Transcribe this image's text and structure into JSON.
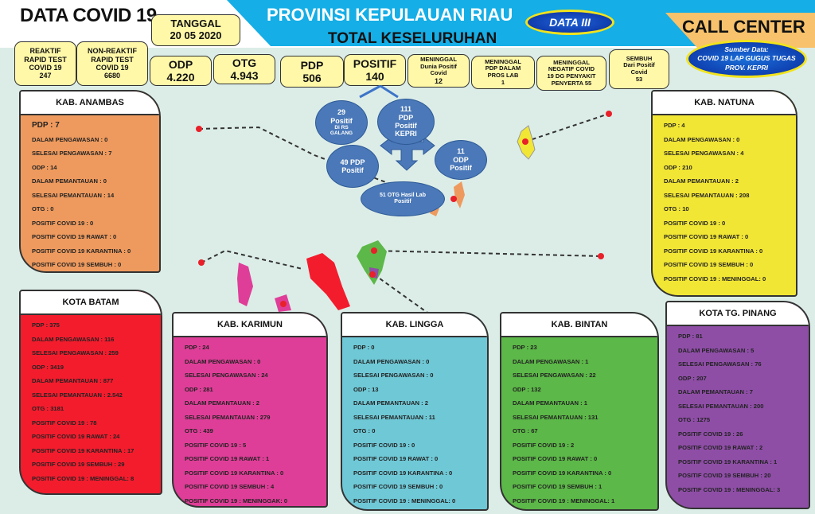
{
  "header": {
    "title": "DATA COVID 19",
    "tanggal_label": "TANGGAL",
    "tanggal_value": "20 05 2020",
    "province": "PROVINSI KEPULAUAN RIAU",
    "subtitle": "TOTAL KESELURUHAN",
    "data_badge": "DATA III",
    "call_center": "CALL CENTER",
    "source_label": "Sumber Data:",
    "source_line1": "COVID 19 LAP GUGUS TUGAS",
    "source_line2": "PROV. KEPRI"
  },
  "summary": [
    {
      "l1": "REAKTIF",
      "l2": "RAPID TEST",
      "l3": "COVID 19",
      "value": "247"
    },
    {
      "l1": "NON-REAKTIF",
      "l2": "RAPID TEST",
      "l3": "COVID 19",
      "value": "6680"
    },
    {
      "label": "ODP",
      "value": "4.220"
    },
    {
      "label": "OTG",
      "value": "4.943"
    },
    {
      "label": "PDP",
      "value": "506"
    },
    {
      "label": "POSITIF",
      "value": "140"
    },
    {
      "l1": "MENINGGAL",
      "l2": "Dunia Positif",
      "l3": "Covid",
      "value": "12"
    },
    {
      "l1": "MENINGGAL",
      "l2": "PDP DALAM",
      "l3": "PROS LAB",
      "value": "1"
    },
    {
      "l1": "MENINGGAL",
      "l2": "NEGATIF COVID",
      "l3": "19 DG PENYAKIT",
      "l4": "PENYERTA  55"
    },
    {
      "l1": "SEMBUH",
      "l2": "Dari Positif",
      "l3": "Covid",
      "value": "53"
    }
  ],
  "flow": {
    "galang": {
      "n": "29",
      "a": "Positif",
      "b": "Di RS",
      "c": "GALANG"
    },
    "kepri": {
      "n": "111",
      "a": "PDP",
      "b": "Positif",
      "c": "KEPRI"
    },
    "pdp": {
      "a": "49 PDP",
      "b": "Positif"
    },
    "odp": {
      "n": "11",
      "a": "ODP",
      "b": "Positif"
    },
    "otg": {
      "a": "51 OTG Hasil Lab",
      "b": "Positif"
    }
  },
  "regions": [
    {
      "name": "KAB. ANAMBAS",
      "color": "#ee9a5e",
      "rows": [
        "PDP : 7",
        "DALAM PENGAWASAN : 0",
        "SELESAI PENGAWASAN : 7",
        "ODP : 14",
        "DALAM PEMANTAUAN : 0",
        "SELESAI PEMANTAUAN : 14",
        "OTG : 0",
        "POSITIF COVID 19 : 0",
        "POSITIF COVID 19 RAWAT : 0",
        "POSITIF COVID 19 KARANTINA : 0",
        "POSITIF COVID 19 SEMBUH : 0",
        "POSITIF COVID 19 : MENINGGAL:  0"
      ]
    },
    {
      "name": "KAB. NATUNA",
      "color": "#f2e635",
      "rows": [
        "PDP : 4",
        "DALAM PENGAWASAN : 0",
        "SELESAI PENGAWASAN : 4",
        "ODP : 210",
        "DALAM PEMANTAUAN : 2",
        "SELESAI PEMANTAUAN : 208",
        "OTG : 10",
        "POSITIF COVID 19 : 0",
        "POSITIF COVID 19 RAWAT : 0",
        "POSITIF COVID 19 KARANTINA : 0",
        "POSITIF COVID 19 SEMBUH : 0",
        "POSITIF COVID 19 : MENINGGAL: 0"
      ]
    },
    {
      "name": "KOTA BATAM",
      "color": "#f31c2d",
      "rows": [
        "PDP : 375",
        "DALAM PENGAWASAN : 116",
        "SELESAI PENGAWASAN : 259",
        "ODP : 3419",
        "DALAM PEMANTAUAN : 877",
        "SELESAI PEMANTAUAN : 2.542",
        "OTG : 3181",
        "POSITIF COVID 19 : 78",
        "POSITIF COVID 19 RAWAT : 24",
        "POSITIF COVID 19 KARANTINA : 17",
        "POSITIF COVID 19 SEMBUH : 29",
        "POSITIF COVID 19 : MENINGGAL: 8"
      ]
    },
    {
      "name": "KAB. KARIMUN",
      "color": "#df3e98",
      "rows": [
        "PDP : 24",
        "DALAM PENGAWASAN : 0",
        "SELESAI PENGAWASAN : 24",
        "ODP : 281",
        "DALAM PEMANTAUAN : 2",
        "SELESAI PEMANTAUAN : 279",
        "OTG : 439",
        "POSITIF COVID 19 : 5",
        "POSITIF COVID 19 RAWAT : 1",
        "POSITIF COVID 19 KARANTINA : 0",
        "POSITIF COVID 19 SEMBUH : 4",
        "POSITIF COVID 19 : MENINGGAK: 0"
      ]
    },
    {
      "name": "KAB. LINGGA",
      "color": "#6fc8d6",
      "rows": [
        "PDP : 0",
        "DALAM PENGAWASAN : 0",
        "SELESAI PENGAWASAN : 0",
        "ODP : 13",
        "DALAM PEMANTAUAN : 2",
        "SELESAI PEMANTAUAN : 11",
        "OTG : 0",
        "POSITIF COVID 19 : 0",
        "POSITIF COVID 19 RAWAT : 0",
        "POSITIF COVID 19 KARANTINA : 0",
        "POSITIF COVID 19 SEMBUH : 0",
        "POSITIF COVID 19 : MENINGGAL: 0"
      ]
    },
    {
      "name": "KAB. BINTAN",
      "color": "#5cb848",
      "rows": [
        "PDP : 23",
        "DALAM PENGAWASAN : 1",
        "SELESAI PENGAWASAN : 22",
        "ODP : 132",
        "DALAM PEMANTAUAN : 1",
        "SELESAI PEMANTAUAN : 131",
        "OTG : 67",
        "POSITIF COVID 19 : 2",
        "POSITIF COVID 19 RAWAT : 0",
        "POSITIF COVID 19 KARANTINA : 0",
        "POSITIF COVID 19 SEMBUH : 1",
        "POSITIF COVID 19 : MENINGGAL: 1"
      ]
    },
    {
      "name": "KOTA TG. PINANG",
      "color": "#8e4ea6",
      "rows": [
        "PDP : 81",
        "DALAM PENGAWASAN : 5",
        "SELESAI PENGAWASAN : 76",
        "ODP : 207",
        "DALAM PEMANTAUAN : 7",
        "SELESAI PEMANTAUAN : 200",
        "OTG : 1275",
        "POSITIF COVID 19 : 26",
        "POSITIF COVID 19 RAWAT : 2",
        "POSITIF COVID 19 KARANTINA : 1",
        "POSITIF COVID 19 SEMBUH : 20",
        "POSITIF COVID 19 : MENINGGAL: 3"
      ]
    }
  ],
  "colors": {
    "banner": "#15aee6",
    "pill": "#fff8a8",
    "ellipse": "#4a78b8",
    "marker": "#e8202a"
  }
}
